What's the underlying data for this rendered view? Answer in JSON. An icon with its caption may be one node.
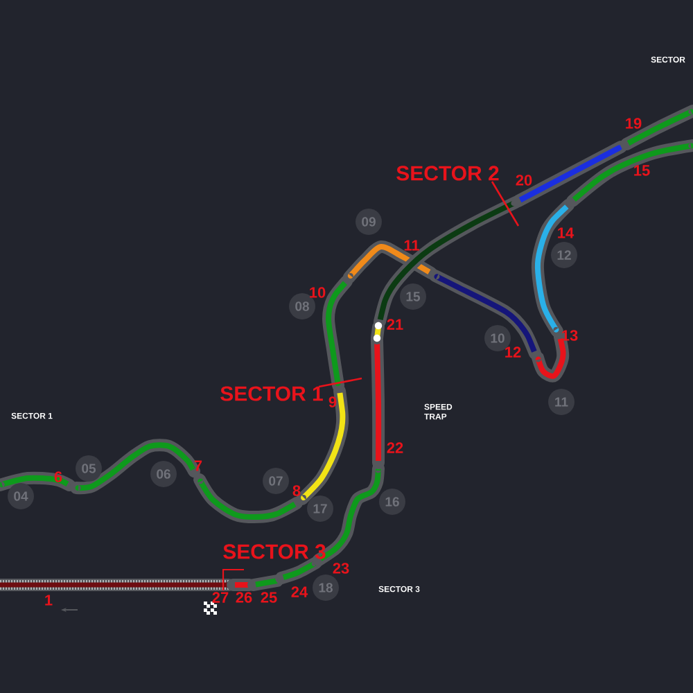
{
  "diagram": {
    "nodes": [
      {
        "text": [
          "04"
        ]
      },
      {
        "text": [
          "05"
        ]
      },
      {
        "text": [
          "06"
        ]
      },
      {
        "text": [
          "07"
        ]
      },
      {
        "text": [
          "08"
        ]
      },
      {
        "text": [
          "09"
        ]
      },
      {
        "text": [
          "10"
        ]
      },
      {
        "text": [
          "11"
        ]
      },
      {
        "text": [
          "12"
        ]
      },
      {
        "text": [
          "15"
        ]
      },
      {
        "text": [
          "16"
        ]
      },
      {
        "text": [
          "17"
        ]
      },
      {
        "text": [
          "18"
        ]
      }
    ],
    "labels": [
      "SECTOR",
      "SECTOR 2",
      "19",
      "15",
      "20",
      "11",
      "14",
      "10",
      "21",
      "13",
      "12",
      "SECTOR 1",
      "9",
      "SPEED TRAP",
      "SECTOR 1",
      "22",
      "7",
      "6",
      "8",
      "SECTOR 3",
      "23",
      "SECTOR 3",
      "24",
      "25",
      "26",
      "27",
      "1"
    ]
  }
}
